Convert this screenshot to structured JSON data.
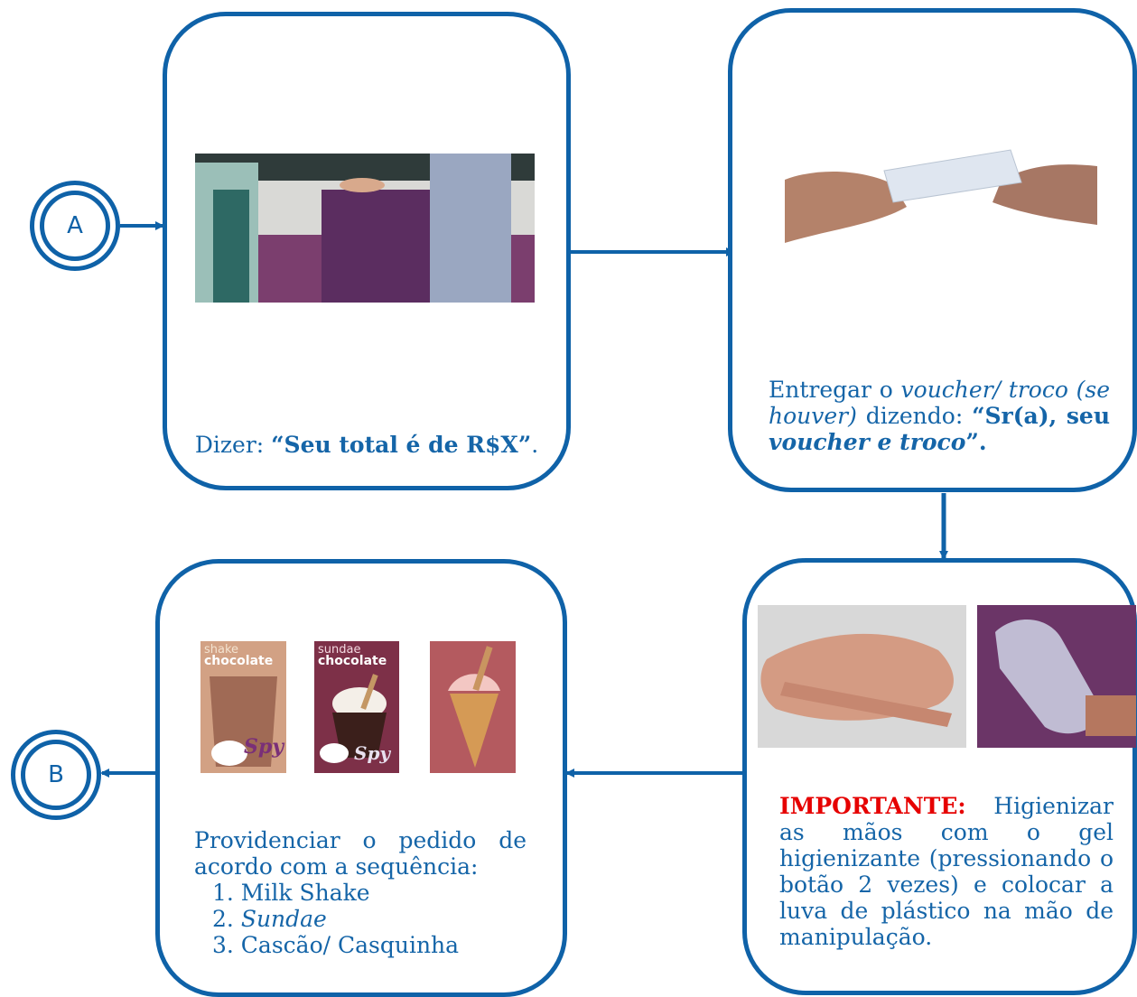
{
  "connectors": {
    "start": "A",
    "end": "B"
  },
  "step1": {
    "prefix": "Dizer: ",
    "quote": "“Seu total é de R$X”",
    "suffix": "."
  },
  "step2": {
    "t1": "Entregar o ",
    "t2": "voucher/ troco (se houver)",
    "t3": " dizendo: ",
    "t4": "“Sr(a), seu ",
    "t5": "voucher e troco",
    "t6": "”."
  },
  "step3": {
    "label": "IMPORTANTE:",
    "text": " Higienizar as mãos com o gel higienizante (pressionando o botão 2 vezes) e colocar a luva de plástico na mão de manipulação."
  },
  "step4": {
    "intro": "Providenciar o pedido de acordo com a sequência:",
    "items": [
      "1. Milk Shake",
      "2. ",
      "Sundae",
      "3.  Cascão/ Casquinha"
    ],
    "poster1_top": "shake",
    "poster1_main": "chocolate",
    "poster2_top": "sundae",
    "poster2_main": "chocolate",
    "brand": "Spy"
  },
  "colors": {
    "accent": "#0f62a8",
    "important": "#e60000"
  }
}
